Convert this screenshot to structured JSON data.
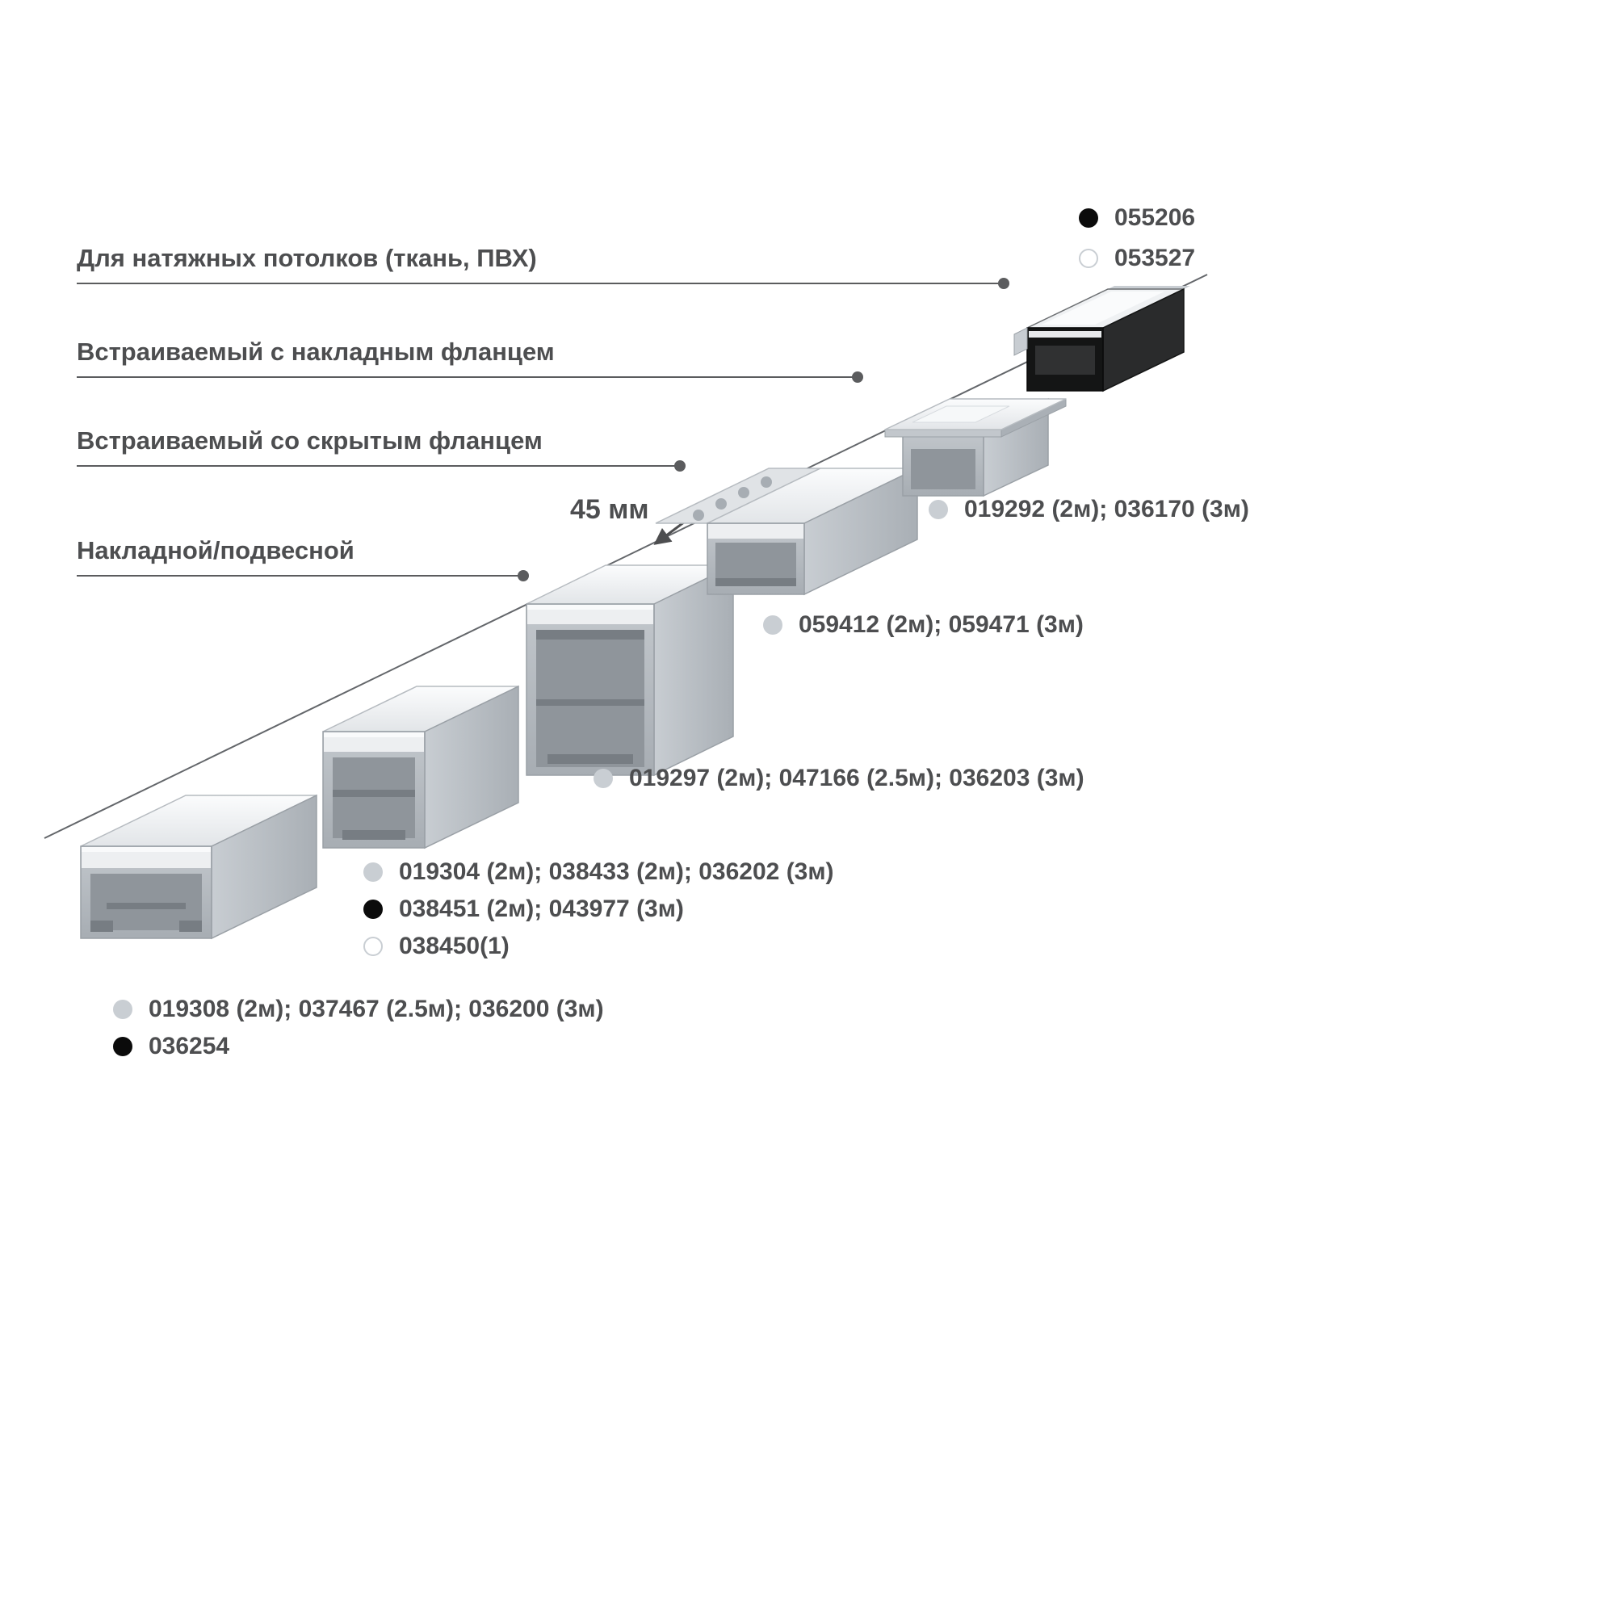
{
  "categories": [
    {
      "label": "Для натяжных потолков (ткань, ПВХ)"
    },
    {
      "label": "Встраиваемый с накладным фланцем"
    },
    {
      "label": "Встраиваемый со скрытым фланцем"
    },
    {
      "label": "Накладной/подвесной"
    }
  ],
  "dimension": {
    "label": "45 мм"
  },
  "code_rows": [
    {
      "dot": "black",
      "text": "055206"
    },
    {
      "dot": "white",
      "text": "053527"
    },
    {
      "dot": "gray",
      "text": "019292 (2м); 036170 (3м)"
    },
    {
      "dot": "gray",
      "text": "059412 (2м); 059471 (3м)"
    },
    {
      "dot": "gray",
      "text": "019297 (2м); 047166 (2.5м); 036203 (3м)"
    },
    {
      "dot": "gray",
      "text": "019304 (2м); 038433 (2м); 036202 (3м)"
    },
    {
      "dot": "black",
      "text": "038451 (2м); 043977 (3м)"
    },
    {
      "dot": "white",
      "text": "038450(1)"
    },
    {
      "dot": "gray",
      "text": "019308 (2м); 037467 (2.5м); 036200 (3м)"
    },
    {
      "dot": "black",
      "text": "036254"
    }
  ],
  "colors": {
    "text": "#4d4e50",
    "leader_line": "#5b5c5e",
    "dot_gray": "#c9ced3",
    "dot_black": "#0b0b0b",
    "dot_white_border": "#c9ced3",
    "profile_light": "#eef0f2",
    "profile_mid": "#b9bec3",
    "profile_dark": "#8f959b",
    "stretch_profile_black": "#141515"
  }
}
